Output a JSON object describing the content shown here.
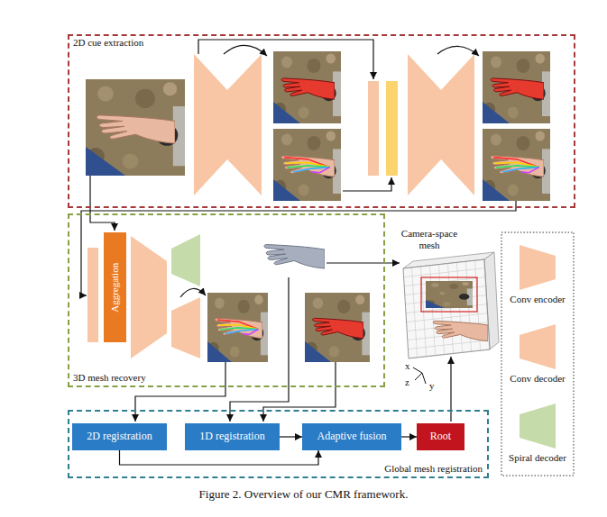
{
  "diagram": {
    "caption": "Figure 2. Overview of our CMR framework.",
    "nodes": [
      {
        "text": [
          "2D cue extraction"
        ]
      },
      {
        "text": [
          "3D mesh recovery"
        ]
      },
      {
        "text": [
          "Aggregation"
        ],
        "in": 1
      },
      {
        "text": [
          "Global mesh registration"
        ]
      },
      {
        "text": [
          "2D registration"
        ],
        "in": 3
      },
      {
        "text": [
          "1D registration"
        ],
        "in": 3
      },
      {
        "text": [
          "Adaptive fusion"
        ],
        "in": 3
      },
      {
        "text": [
          "Root"
        ],
        "in": 3
      }
    ],
    "edges": [
      {
        "from": 4,
        "to": 6,
        "arrow": "to"
      },
      {
        "from": 5,
        "to": 6,
        "arrow": "to"
      },
      {
        "from": 6,
        "to": 7,
        "arrow": "to"
      }
    ],
    "labels": [
      "Camera-space mesh",
      "x",
      "z",
      "y"
    ],
    "legend": [
      {
        "text": "Conv encoder"
      },
      {
        "text": "Conv decoder"
      },
      {
        "text": "Spiral decoder"
      }
    ]
  }
}
